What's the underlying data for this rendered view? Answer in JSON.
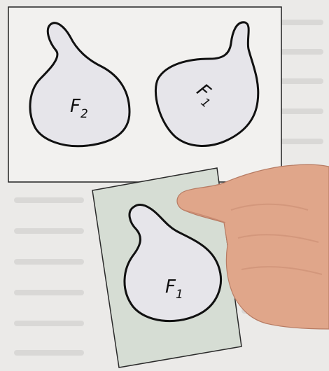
{
  "figure": {
    "top_panel": {
      "shape_left_label": "F",
      "shape_left_sub": "2",
      "shape_right_label": "F",
      "shape_right_sub": "1"
    },
    "transparency": {
      "shape_label": "F",
      "shape_sub": "1"
    },
    "colors": {
      "background": "#ebeae8",
      "panel_fill": "#f2f1ef",
      "sheet_fill": "#d6ddd4",
      "shape_fill": "#e6e5ea",
      "outline": "#111111",
      "skin": "#e0a68a"
    },
    "icons": [
      "hand-graphic"
    ]
  }
}
